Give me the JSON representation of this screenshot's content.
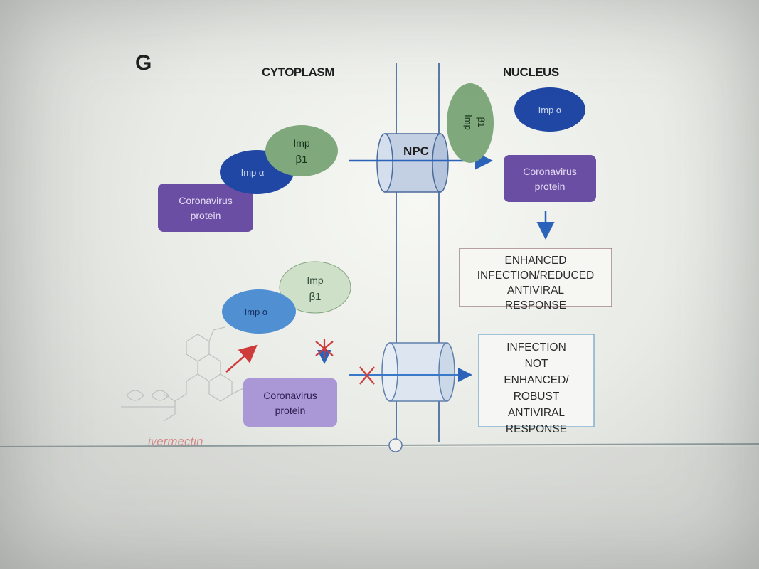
{
  "panel_letter": "G",
  "headers": {
    "left": "CYTOPLASM",
    "right": "NUCLEUS"
  },
  "labels": {
    "imp_beta_line1": "Imp",
    "imp_beta_line2": "β1",
    "imp_alpha": "Imp α",
    "cv_line1": "Coronavirus",
    "cv_line2": "protein",
    "npc": "NPC",
    "drug": "ivermectin"
  },
  "outcome_top": [
    "ENHANCED",
    "INFECTION/REDUCED",
    "ANTIVIRAL",
    "RESPONSE"
  ],
  "outcome_bottom": [
    "INFECTION",
    "NOT",
    "ENHANCED/",
    "ROBUST",
    "ANTIVIRAL",
    "RESPONSE"
  ],
  "colors": {
    "imp_beta": "#7fa87c",
    "imp_beta_light": "#cfe0c9",
    "imp_alpha": "#1f47a3",
    "imp_alpha_light": "#4f8fd2",
    "cv_protein": "#6a4ea3",
    "cv_protein_light": "#a997d6",
    "npc": "#c3d0e3",
    "arrow": "#2a63b9",
    "block": "#cf3b3b",
    "membrane": "#5c7aa8"
  }
}
